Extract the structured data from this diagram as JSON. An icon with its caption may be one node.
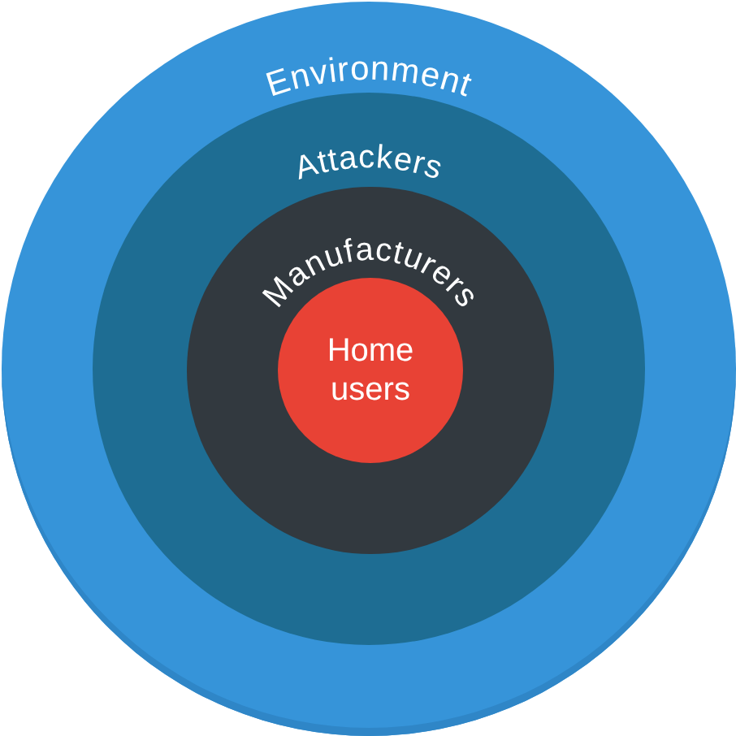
{
  "diagram": {
    "nodes": [
      {
        "text": [
          "Environment"
        ]
      },
      {
        "text": [
          "Attackers"
        ],
        "in": 0
      },
      {
        "text": [
          "Manufacturers"
        ],
        "in": 1
      },
      {
        "text": [
          "Home users"
        ],
        "in": 2
      }
    ]
  }
}
